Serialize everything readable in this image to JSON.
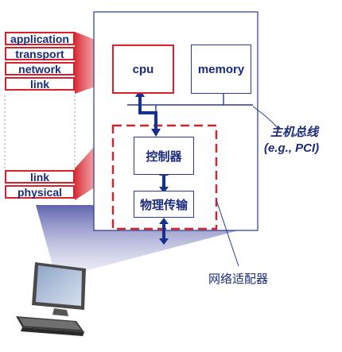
{
  "host_stack": [
    "application",
    "transport",
    "network",
    "link"
  ],
  "adapter_stack": [
    "link",
    "physical"
  ],
  "host": {
    "cpu": "cpu",
    "memory": "memory",
    "bus_label": "主机总线",
    "bus_example": "(e.g., PCI)"
  },
  "adapter": {
    "controller": "控制器",
    "physical": "物理传输",
    "label": "网络适配器"
  },
  "colors": {
    "red": "#d8202c",
    "navy": "#1b2a7a",
    "outline": "#2a3a8c",
    "arrow": "#17308c"
  }
}
